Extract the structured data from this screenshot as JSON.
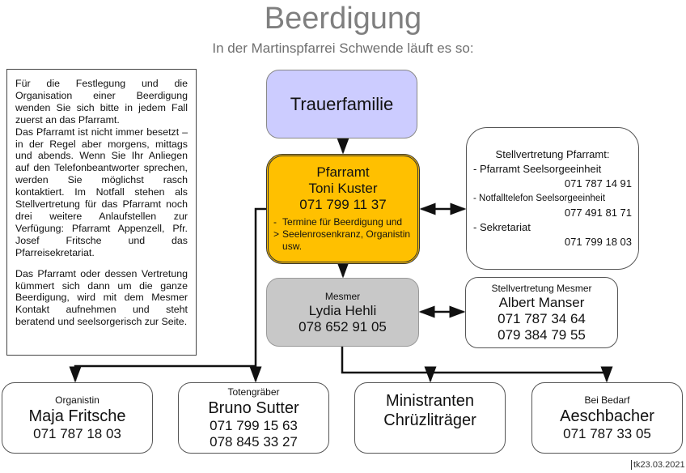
{
  "title": "Beerdigung",
  "subtitle": "In der Martinspfarrei Schwende läuft es so:",
  "info": {
    "p1": "Für die Festlegung und die Organisation einer Beerdigung wenden Sie sich bitte in jedem Fall zuerst an das Pfarramt.",
    "p2": "Das Pfarramt ist nicht immer besetzt – in der Regel aber morgens, mittags und abends. Wenn Sie Ihr Anliegen auf den Telefonbeantworter sprechen, werden Sie möglichst rasch kontaktiert. Im Notfall stehen als Stellvertretung für das Pfarramt noch drei weitere Anlaufstellen zur Verfügung: Pfarramt Appenzell, Pfr. Josef Fritsche und das Pfarreisekretariat.",
    "p3": "Das Pfarramt oder dessen Vertretung kümmert sich dann um die ganze Beerdigung, wird mit dem Mesmer Kontakt aufnehmen und steht beratend und seelsorgerisch zur Seite."
  },
  "trauerfamilie": "Trauerfamilie",
  "pfarramt": {
    "title": "Pfarramt",
    "name": "Toni Kuster",
    "phone": "071 799 11 37",
    "arrow": "->",
    "note": "Termine für Beerdigung und Seelenrosenkranz, Organistin usw."
  },
  "stellvertretung_pfarramt": {
    "heading": "Stellvertretung Pfarramt:",
    "items": [
      {
        "label": "- Pfarramt Seelsorgeeinheit",
        "phone": "071 787 14 91"
      },
      {
        "label": "- Notfalltelefon Seelsorgeeinheit",
        "phone": "077 491 81 71"
      },
      {
        "label": "- Sekretariat",
        "phone": "071 799 18 03"
      }
    ]
  },
  "mesmer": {
    "role": "Mesmer",
    "name": "Lydia Hehli",
    "phone": "078 652 91 05"
  },
  "stellvertretung_mesmer": {
    "role": "Stellvertretung Mesmer",
    "name": "Albert Manser",
    "phone1": "071 787 34 64",
    "phone2": "079 384 79 55"
  },
  "organistin": {
    "role": "Organistin",
    "name": "Maja Fritsche",
    "phone": "071 787 18 03"
  },
  "totengraeber": {
    "role": "Totengräber",
    "name": "Bruno Sutter",
    "phone1": "071 799 15 63",
    "phone2": "078 845 33 27"
  },
  "ministranten": {
    "line1": "Ministranten",
    "line2": "Chrüzliträger"
  },
  "bedarf": {
    "role": "Bei Bedarf",
    "name": "Aeschbacher",
    "phone": "071 787 33 05"
  },
  "footer": "tk23.03.2021"
}
